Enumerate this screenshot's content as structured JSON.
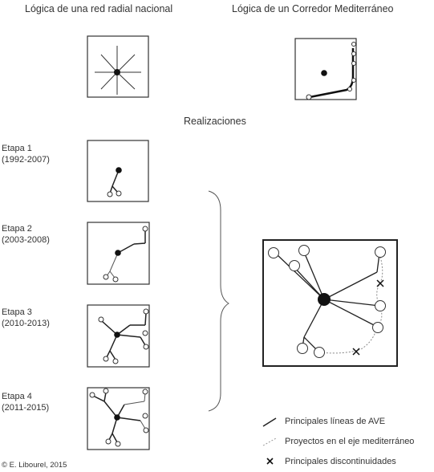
{
  "titles": {
    "radial": "Lógica de una red radial nacional",
    "mediterranean": "Lógica de un Corredor Mediterráneo",
    "realizations": "Realizaciones"
  },
  "stages": [
    {
      "label": "Etapa 1",
      "years": "(1992-2007)"
    },
    {
      "label": "Etapa 2",
      "years": "(2003-2008)"
    },
    {
      "label": "Etapa 3",
      "years": "(2010-2013)"
    },
    {
      "label": "Etapa 4",
      "years": "(2011-2015)"
    }
  ],
  "legend": {
    "ave": "Principales líneas de AVE",
    "mediterranean": "Proyectos en el eje mediterráneo",
    "discontinuities": "Principales discontinuidades"
  },
  "credit": "© E. Libourel, 2015",
  "colors": {
    "line": "#222222",
    "box": "#333333",
    "dotted": "#999999"
  }
}
